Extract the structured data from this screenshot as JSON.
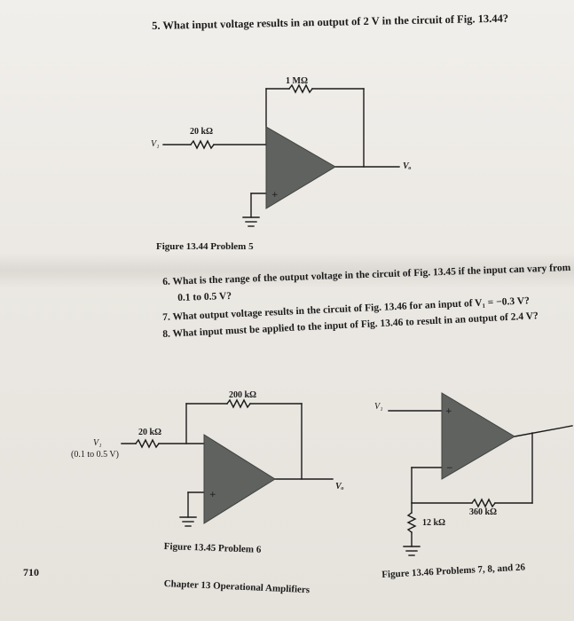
{
  "problems": {
    "q5": "5. What input voltage results in an output of 2 V in the circuit of Fig. 13.44?",
    "q6_line1": "6. What is the range of the output voltage in the circuit of Fig. 13.45 if the input can vary from",
    "q6_line2": "0.1 to 0.5 V?",
    "q7": "7. What output voltage results in the circuit of Fig. 13.46 for an input of V₁ = −0.3 V?",
    "q8": "8. What input must be applied to the input of Fig. 13.46 to result in an output of 2.4 V?"
  },
  "fig_13_44": {
    "caption": "Figure 13.44  Problem 5",
    "feedback_resistor": "1 MΩ",
    "input_resistor": "20 kΩ",
    "input_label": "V₁",
    "output_label": "Vₒ"
  },
  "fig_13_45": {
    "caption": "Figure 13.45  Problem 6",
    "feedback_resistor": "200 kΩ",
    "input_resistor": "20 kΩ",
    "input_label": "V₁",
    "input_range": "(0.1 to 0.5 V)",
    "output_label": "Vₒ"
  },
  "fig_13_46": {
    "caption": "Figure 13.46  Problems 7, 8, and 26",
    "feedback_resistor": "360 kΩ",
    "ground_resistor": "12 kΩ",
    "input_label": "V₁"
  },
  "footer": {
    "page_number": "710",
    "chapter": "Chapter 13  Operational Amplifiers"
  },
  "colors": {
    "paper": "#ece9e4",
    "opamp_fill": "#5f625e",
    "ink": "#1b1b1b"
  }
}
